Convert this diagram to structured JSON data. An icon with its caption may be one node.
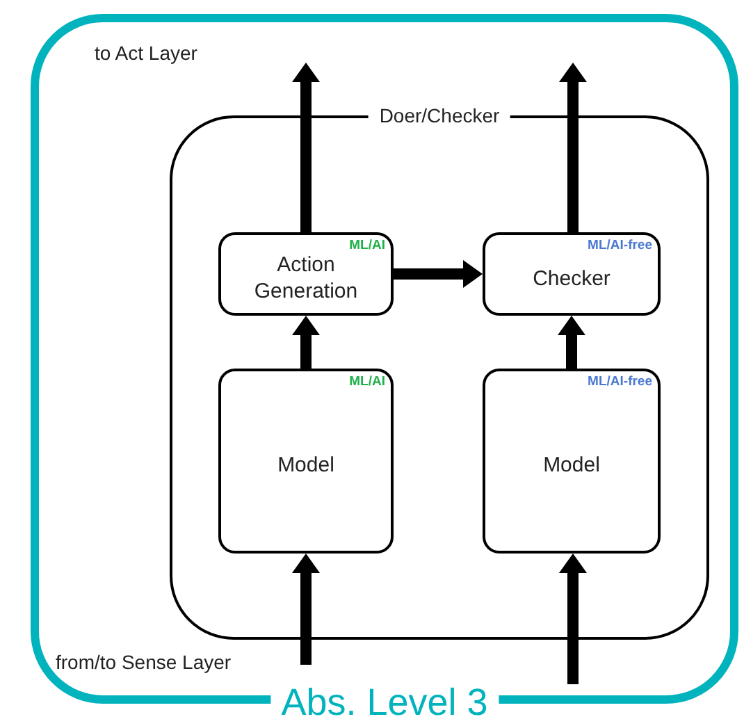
{
  "diagram": {
    "nodes": [
      {
        "text": [
          "Abs. Level 3"
        ]
      },
      {
        "text": [
          "Doer/Checker"
        ],
        "in": 0
      },
      {
        "text": [
          "ML/AI",
          "Action Generation"
        ],
        "in": 1
      },
      {
        "text": [
          "ML/AI-free",
          "Checker"
        ],
        "in": 1
      },
      {
        "text": [
          "ML/AI",
          "Model"
        ],
        "in": 1
      },
      {
        "text": [
          "ML/AI-free",
          "Model"
        ],
        "in": 1
      }
    ],
    "edges": [
      {
        "from": null,
        "to": 4,
        "arrow": "to"
      },
      {
        "from": null,
        "to": 5,
        "arrow": "to"
      },
      {
        "from": 4,
        "to": 2,
        "arrow": "to"
      },
      {
        "from": 5,
        "to": 3,
        "arrow": "to"
      },
      {
        "from": 2,
        "to": 3,
        "arrow": "to"
      },
      {
        "from": 2,
        "to": null,
        "arrow": "to"
      },
      {
        "from": 3,
        "to": null,
        "arrow": "to"
      }
    ],
    "labels": [
      "to Act Layer",
      "from/to Sense Layer"
    ]
  }
}
